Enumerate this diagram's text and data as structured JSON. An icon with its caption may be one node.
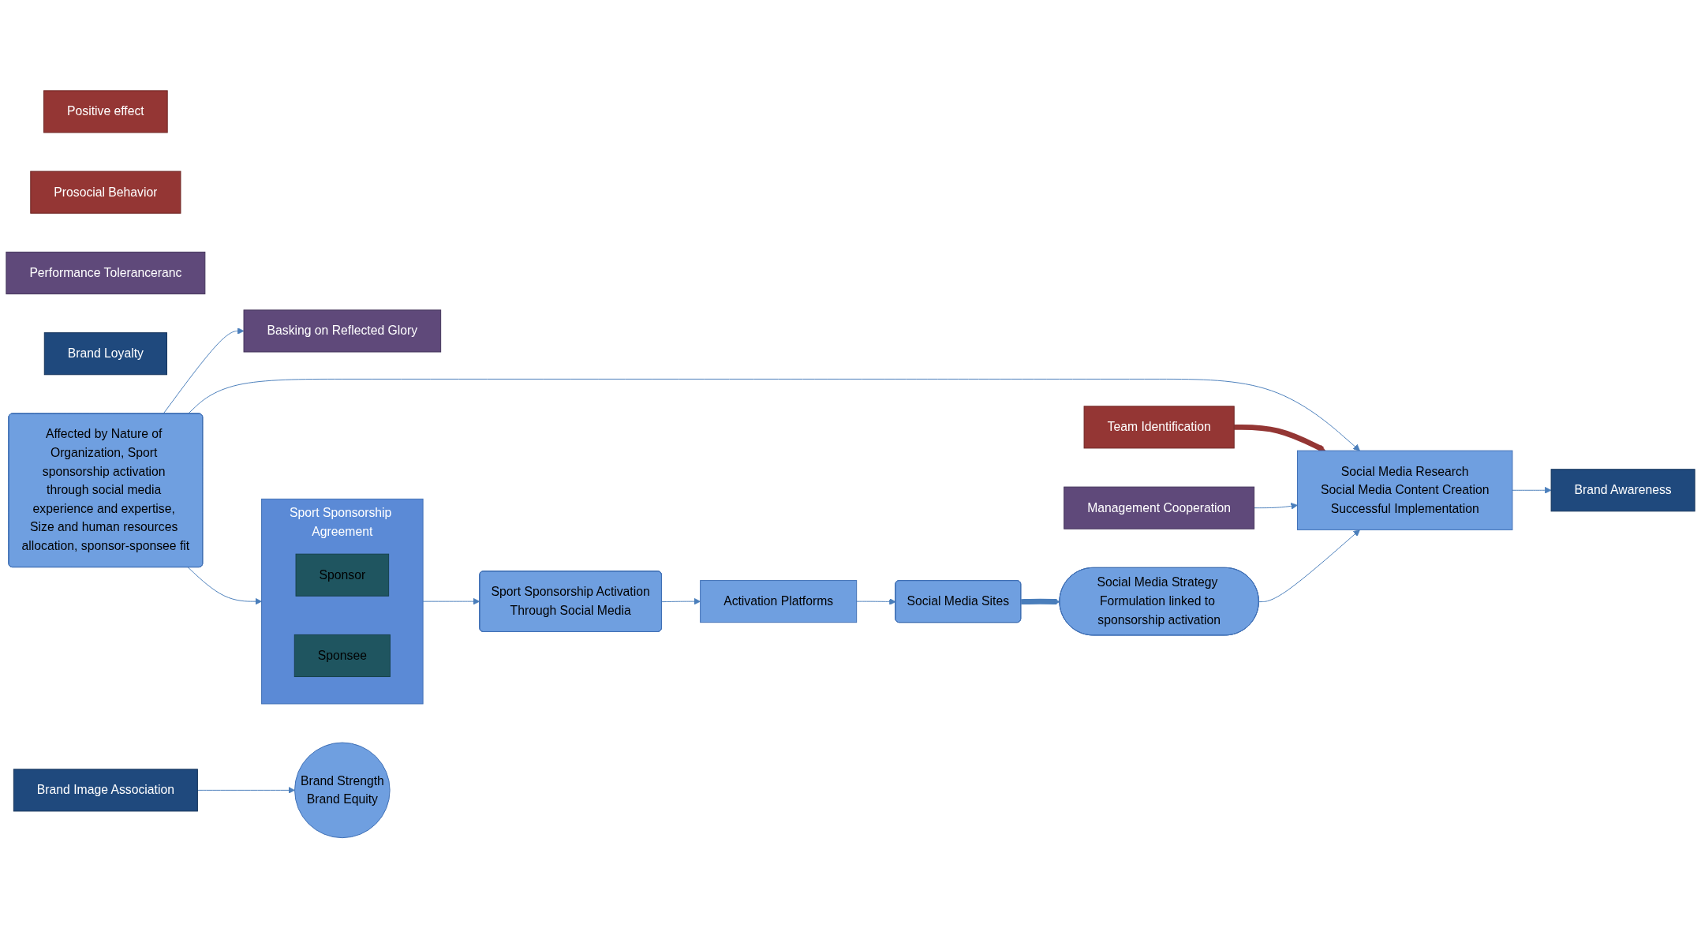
{
  "diagram": {
    "nodes": [
      {
        "text": [
          "Sport Sponsorship Activation",
          "Through Social Media"
        ]
      },
      {
        "text": [
          "Activation Platforms"
        ]
      },
      {
        "text": [
          "Social Media Strategy Formulation linked to sponsorship activation"
        ]
      },
      {
        "text": [
          "Sport Sponsorship Agreement"
        ]
      },
      {
        "text": [
          "Sponsor"
        ],
        "in": 3
      },
      {
        "text": [
          "Sponsee"
        ],
        "in": 3
      },
      {
        "text": [
          "Social Media Sites"
        ]
      },
      {
        "text": [
          "Positive effect"
        ]
      },
      {
        "text": [
          "Team Identification"
        ]
      },
      {
        "text": [
          "Prosocial Behavior"
        ]
      },
      {
        "text": [
          "Performance Toleranceranc"
        ]
      },
      {
        "text": [
          "Management Cooperation"
        ]
      },
      {
        "text": [
          "Basking on Reflected Glory"
        ]
      },
      {
        "text": [
          "Social Media Research",
          "Social Media Content Creation",
          "Successful Implementation"
        ]
      },
      {
        "text": [
          "Brand Loyalty"
        ]
      },
      {
        "text": [
          "Brand Awareness"
        ]
      },
      {
        "text": [
          "Brand Image Association"
        ]
      },
      {
        "text": [
          "Brand Strength",
          "Brand Equity"
        ]
      },
      {
        "text": [
          "Affected by Nature of Organization, Sport sponsorship activation through social media experience and expertise, Size and human resources allocation, sponsor-sponsee fit"
        ]
      }
    ],
    "edges": [
      {
        "from": 0,
        "to": 1,
        "arrow": "to"
      },
      {
        "from": 3,
        "to": 0,
        "arrow": "to"
      },
      {
        "from": 1,
        "to": 6,
        "arrow": "to"
      },
      {
        "from": 6,
        "to": 2,
        "arrow": "to",
        "style": "thick"
      },
      {
        "from": 2,
        "to": 13,
        "arrow": "to"
      },
      {
        "from": 8,
        "to": 13,
        "arrow": "to",
        "style": "thick",
        "color": "#943634"
      },
      {
        "from": 11,
        "to": 13,
        "arrow": "to"
      },
      {
        "from": 13,
        "to": 15,
        "arrow": "to"
      },
      {
        "from": 16,
        "to": 17,
        "arrow": "to"
      },
      {
        "from": 18,
        "to": 3,
        "arrow": "to"
      },
      {
        "from": 18,
        "to": 12,
        "arrow": "to"
      },
      {
        "from": 18,
        "to": 13,
        "arrow": "to"
      }
    ]
  }
}
